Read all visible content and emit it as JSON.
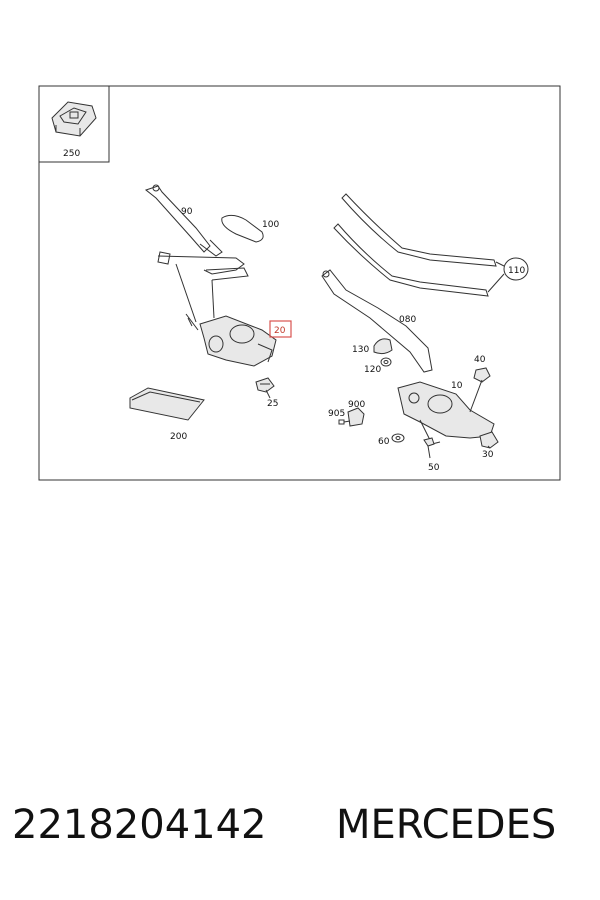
{
  "callouts": {
    "c250": "250",
    "c90": "90",
    "c100": "100",
    "c20": "20",
    "c25": "25",
    "c200": "200",
    "c110": "110",
    "c080": "080",
    "c130": "130",
    "c120": "120",
    "c40": "40",
    "c10": "10",
    "c900": "900",
    "c905": "905",
    "c60": "60",
    "c50": "50",
    "c30": "30"
  },
  "highlight_color": "#d9534f",
  "footer": {
    "part_number": "2218204142",
    "brand": "MERCEDES"
  }
}
